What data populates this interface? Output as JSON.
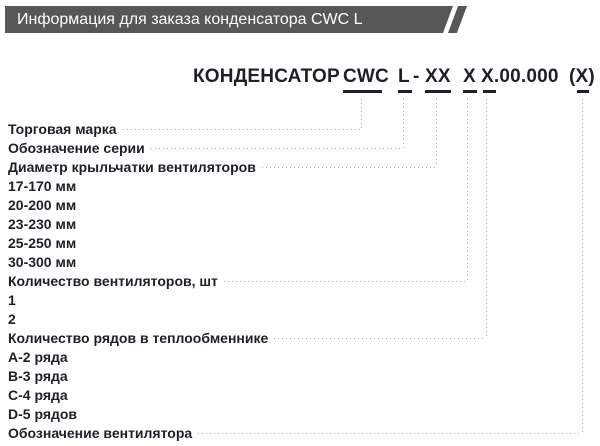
{
  "header": {
    "title": "Информация для заказа конденсатора CWC L"
  },
  "product_code": {
    "prefix": "КОНДЕНСАТОР",
    "brand": "CWC",
    "series": "L",
    "hyphen": "-",
    "diameter": "XX",
    "fan_count": "X",
    "row_code": "X",
    "suffix": ".00.000",
    "paren_open": "(",
    "fan_designation": "X",
    "paren_close": ")"
  },
  "legend": {
    "rows": [
      {
        "text": "Торговая марка",
        "connects_to": "brand"
      },
      {
        "text": "Обозначение серии",
        "connects_to": "series"
      },
      {
        "text": "Диаметр крыльчатки вентиляторов",
        "connects_to": "diameter"
      },
      {
        "text": "17-170 мм"
      },
      {
        "text": "20-200 мм"
      },
      {
        "text": "23-230 мм"
      },
      {
        "text": "25-250 мм"
      },
      {
        "text": "30-300 мм"
      },
      {
        "text": "Количество вентиляторов, шт",
        "connects_to": "fan_count"
      },
      {
        "text": "1"
      },
      {
        "text": "2"
      },
      {
        "text": "Количество рядов в теплообменнике",
        "connects_to": "row_code"
      },
      {
        "text": "А-2 ряда"
      },
      {
        "text": "B-3 ряда"
      },
      {
        "text": "C-4 ряда"
      },
      {
        "text": "D-5 рядов"
      },
      {
        "text": "Обозначение вентилятора",
        "connects_to": "fan_designation"
      }
    ]
  },
  "colors": {
    "header_bg": "#575758",
    "header_text": "#ffffff",
    "text": "#1e1f27",
    "leader_dots": "#ababab",
    "background": "#ffffff"
  }
}
